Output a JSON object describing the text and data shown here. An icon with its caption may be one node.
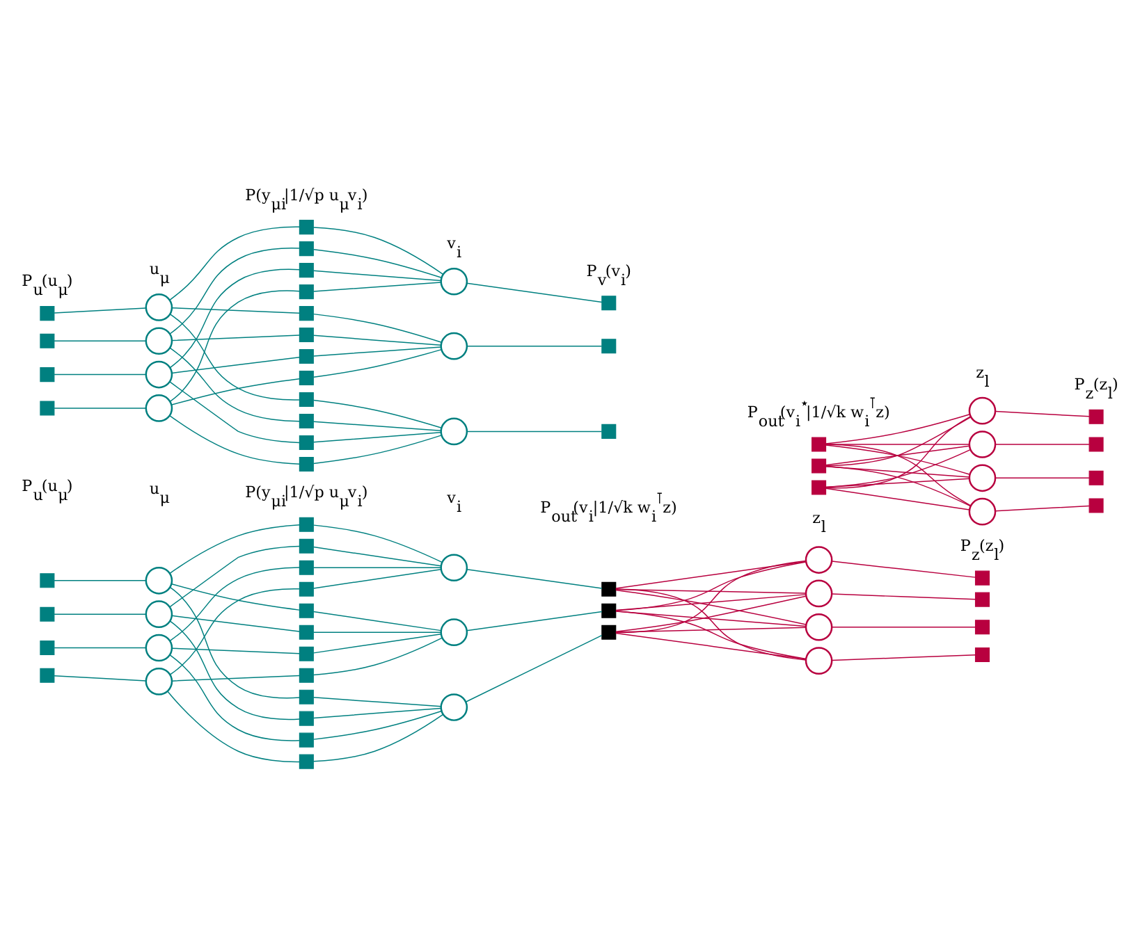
{
  "diagram": {
    "nodes": [
      {
        "text": [],
        "shape": "box"
      },
      {
        "text": [],
        "shape": "box"
      },
      {
        "text": [],
        "shape": "box"
      },
      {
        "text": [],
        "shape": "box"
      },
      {
        "text": [],
        "shape": "circle"
      },
      {
        "text": [],
        "shape": "circle"
      },
      {
        "text": [],
        "shape": "circle"
      },
      {
        "text": [],
        "shape": "circle"
      },
      {
        "text": [],
        "shape": "box"
      },
      {
        "text": [],
        "shape": "box"
      },
      {
        "text": [],
        "shape": "box"
      },
      {
        "text": [],
        "shape": "box"
      },
      {
        "text": [],
        "shape": "box"
      },
      {
        "text": [],
        "shape": "box"
      },
      {
        "text": [],
        "shape": "box"
      },
      {
        "text": [],
        "shape": "box"
      },
      {
        "text": [],
        "shape": "box"
      },
      {
        "text": [],
        "shape": "box"
      },
      {
        "text": [],
        "shape": "box"
      },
      {
        "text": [],
        "shape": "box"
      },
      {
        "text": [],
        "shape": "circle"
      },
      {
        "text": [],
        "shape": "circle"
      },
      {
        "text": [],
        "shape": "circle"
      },
      {
        "text": [],
        "shape": "box"
      },
      {
        "text": [],
        "shape": "box"
      },
      {
        "text": [],
        "shape": "box"
      },
      {
        "text": [],
        "shape": "box"
      },
      {
        "text": [],
        "shape": "box"
      },
      {
        "text": [],
        "shape": "box"
      },
      {
        "text": [],
        "shape": "circle"
      },
      {
        "text": [],
        "shape": "circle"
      },
      {
        "text": [],
        "shape": "circle"
      },
      {
        "text": [],
        "shape": "circle"
      },
      {
        "text": [],
        "shape": "box"
      },
      {
        "text": [],
        "shape": "box"
      },
      {
        "text": [],
        "shape": "box"
      },
      {
        "text": [],
        "shape": "box"
      },
      {
        "text": [],
        "shape": "box"
      },
      {
        "text": [],
        "shape": "box"
      },
      {
        "text": [],
        "shape": "box"
      },
      {
        "text": [],
        "shape": "box"
      },
      {
        "text": [],
        "shape": "circle"
      },
      {
        "text": [],
        "shape": "circle"
      },
      {
        "text": [],
        "shape": "circle"
      },
      {
        "text": [],
        "shape": "circle"
      },
      {
        "text": [],
        "shape": "box"
      },
      {
        "text": [],
        "shape": "box"
      },
      {
        "text": [],
        "shape": "box"
      },
      {
        "text": [],
        "shape": "box"
      },
      {
        "text": [],
        "shape": "box"
      },
      {
        "text": [],
        "shape": "box"
      },
      {
        "text": [],
        "shape": "box"
      },
      {
        "text": [],
        "shape": "box"
      },
      {
        "text": [],
        "shape": "box"
      },
      {
        "text": [],
        "shape": "box"
      },
      {
        "text": [],
        "shape": "box"
      },
      {
        "text": [],
        "shape": "box"
      },
      {
        "text": [],
        "shape": "circle"
      },
      {
        "text": [],
        "shape": "circle"
      },
      {
        "text": [],
        "shape": "circle"
      },
      {
        "text": [],
        "shape": "box"
      },
      {
        "text": [],
        "shape": "box"
      },
      {
        "text": [],
        "shape": "box"
      },
      {
        "text": [],
        "shape": "circle"
      },
      {
        "text": [],
        "shape": "circle"
      },
      {
        "text": [],
        "shape": "circle"
      },
      {
        "text": [],
        "shape": "circle"
      },
      {
        "text": [],
        "shape": "box"
      },
      {
        "text": [],
        "shape": "box"
      },
      {
        "text": [],
        "shape": "box"
      },
      {
        "text": [],
        "shape": "box"
      }
    ],
    "edges": [
      {
        "from": 0,
        "to": 4,
        "arrow": "none"
      },
      {
        "from": 1,
        "to": 5,
        "arrow": "none"
      },
      {
        "from": 2,
        "to": 6,
        "arrow": "none"
      },
      {
        "from": 3,
        "to": 7,
        "arrow": "none"
      },
      {
        "from": 4,
        "to": 8,
        "arrow": "none"
      },
      {
        "from": 4,
        "to": 12,
        "arrow": "none"
      },
      {
        "from": 4,
        "to": 16,
        "arrow": "none"
      },
      {
        "from": 5,
        "to": 9,
        "arrow": "none"
      },
      {
        "from": 5,
        "to": 13,
        "arrow": "none"
      },
      {
        "from": 5,
        "to": 17,
        "arrow": "none"
      },
      {
        "from": 6,
        "to": 10,
        "arrow": "none"
      },
      {
        "from": 6,
        "to": 14,
        "arrow": "none"
      },
      {
        "from": 6,
        "to": 18,
        "arrow": "none"
      },
      {
        "from": 7,
        "to": 11,
        "arrow": "none"
      },
      {
        "from": 7,
        "to": 15,
        "arrow": "none"
      },
      {
        "from": 7,
        "to": 19,
        "arrow": "none"
      },
      {
        "from": 8,
        "to": 20,
        "arrow": "none"
      },
      {
        "from": 9,
        "to": 20,
        "arrow": "none"
      },
      {
        "from": 10,
        "to": 20,
        "arrow": "none"
      },
      {
        "from": 11,
        "to": 20,
        "arrow": "none"
      },
      {
        "from": 12,
        "to": 21,
        "arrow": "none"
      },
      {
        "from": 13,
        "to": 21,
        "arrow": "none"
      },
      {
        "from": 14,
        "to": 21,
        "arrow": "none"
      },
      {
        "from": 15,
        "to": 21,
        "arrow": "none"
      },
      {
        "from": 16,
        "to": 22,
        "arrow": "none"
      },
      {
        "from": 17,
        "to": 22,
        "arrow": "none"
      },
      {
        "from": 18,
        "to": 22,
        "arrow": "none"
      },
      {
        "from": 19,
        "to": 22,
        "arrow": "none"
      },
      {
        "from": 20,
        "to": 23,
        "arrow": "none"
      },
      {
        "from": 21,
        "to": 24,
        "arrow": "none"
      },
      {
        "from": 22,
        "to": 25,
        "arrow": "none"
      },
      {
        "from": 26,
        "to": 29,
        "arrow": "none",
        "color": "#b8003f"
      },
      {
        "from": 26,
        "to": 30,
        "arrow": "none",
        "color": "#b8003f"
      },
      {
        "from": 26,
        "to": 31,
        "arrow": "none",
        "color": "#b8003f"
      },
      {
        "from": 26,
        "to": 32,
        "arrow": "none",
        "color": "#b8003f"
      },
      {
        "from": 27,
        "to": 29,
        "arrow": "none",
        "color": "#b8003f"
      },
      {
        "from": 27,
        "to": 30,
        "arrow": "none",
        "color": "#b8003f"
      },
      {
        "from": 27,
        "to": 31,
        "arrow": "none",
        "color": "#b8003f"
      },
      {
        "from": 27,
        "to": 32,
        "arrow": "none",
        "color": "#b8003f"
      },
      {
        "from": 28,
        "to": 29,
        "arrow": "none",
        "color": "#b8003f"
      },
      {
        "from": 28,
        "to": 30,
        "arrow": "none",
        "color": "#b8003f"
      },
      {
        "from": 28,
        "to": 31,
        "arrow": "none",
        "color": "#b8003f"
      },
      {
        "from": 28,
        "to": 32,
        "arrow": "none",
        "color": "#b8003f"
      },
      {
        "from": 29,
        "to": 33,
        "arrow": "none",
        "color": "#b8003f"
      },
      {
        "from": 30,
        "to": 34,
        "arrow": "none",
        "color": "#b8003f"
      },
      {
        "from": 31,
        "to": 35,
        "arrow": "none",
        "color": "#b8003f"
      },
      {
        "from": 32,
        "to": 36,
        "arrow": "none",
        "color": "#b8003f"
      },
      {
        "from": 37,
        "to": 41,
        "arrow": "none"
      },
      {
        "from": 38,
        "to": 42,
        "arrow": "none"
      },
      {
        "from": 39,
        "to": 43,
        "arrow": "none"
      },
      {
        "from": 40,
        "to": 44,
        "arrow": "none"
      },
      {
        "from": 41,
        "to": 45,
        "arrow": "none"
      },
      {
        "from": 41,
        "to": 49,
        "arrow": "none"
      },
      {
        "from": 41,
        "to": 53,
        "arrow": "none"
      },
      {
        "from": 42,
        "to": 46,
        "arrow": "none"
      },
      {
        "from": 42,
        "to": 50,
        "arrow": "none"
      },
      {
        "from": 42,
        "to": 54,
        "arrow": "none"
      },
      {
        "from": 43,
        "to": 47,
        "arrow": "none"
      },
      {
        "from": 43,
        "to": 51,
        "arrow": "none"
      },
      {
        "from": 43,
        "to": 55,
        "arrow": "none"
      },
      {
        "from": 44,
        "to": 48,
        "arrow": "none"
      },
      {
        "from": 44,
        "to": 52,
        "arrow": "none"
      },
      {
        "from": 44,
        "to": 56,
        "arrow": "none"
      },
      {
        "from": 45,
        "to": 57,
        "arrow": "none"
      },
      {
        "from": 46,
        "to": 57,
        "arrow": "none"
      },
      {
        "from": 47,
        "to": 57,
        "arrow": "none"
      },
      {
        "from": 48,
        "to": 57,
        "arrow": "none"
      },
      {
        "from": 49,
        "to": 58,
        "arrow": "none"
      },
      {
        "from": 50,
        "to": 58,
        "arrow": "none"
      },
      {
        "from": 51,
        "to": 58,
        "arrow": "none"
      },
      {
        "from": 52,
        "to": 58,
        "arrow": "none"
      },
      {
        "from": 53,
        "to": 59,
        "arrow": "none"
      },
      {
        "from": 54,
        "to": 59,
        "arrow": "none"
      },
      {
        "from": 55,
        "to": 59,
        "arrow": "none"
      },
      {
        "from": 56,
        "to": 59,
        "arrow": "none"
      },
      {
        "from": 57,
        "to": 60,
        "arrow": "none"
      },
      {
        "from": 58,
        "to": 61,
        "arrow": "none"
      },
      {
        "from": 59,
        "to": 62,
        "arrow": "none"
      },
      {
        "from": 60,
        "to": 63,
        "arrow": "none",
        "color": "#b8003f"
      },
      {
        "from": 60,
        "to": 64,
        "arrow": "none",
        "color": "#b8003f"
      },
      {
        "from": 60,
        "to": 65,
        "arrow": "none",
        "color": "#b8003f"
      },
      {
        "from": 60,
        "to": 66,
        "arrow": "none",
        "color": "#b8003f"
      },
      {
        "from": 61,
        "to": 63,
        "arrow": "none",
        "color": "#b8003f"
      },
      {
        "from": 61,
        "to": 64,
        "arrow": "none",
        "color": "#b8003f"
      },
      {
        "from": 61,
        "to": 65,
        "arrow": "none",
        "color": "#b8003f"
      },
      {
        "from": 61,
        "to": 66,
        "arrow": "none",
        "color": "#b8003f"
      },
      {
        "from": 62,
        "to": 63,
        "arrow": "none",
        "color": "#b8003f"
      },
      {
        "from": 62,
        "to": 64,
        "arrow": "none",
        "color": "#b8003f"
      },
      {
        "from": 62,
        "to": 65,
        "arrow": "none",
        "color": "#b8003f"
      },
      {
        "from": 62,
        "to": 66,
        "arrow": "none",
        "color": "#b8003f"
      },
      {
        "from": 63,
        "to": 67,
        "arrow": "none",
        "color": "#b8003f"
      },
      {
        "from": 64,
        "to": 68,
        "arrow": "none",
        "color": "#b8003f"
      },
      {
        "from": 65,
        "to": 69,
        "arrow": "none",
        "color": "#b8003f"
      },
      {
        "from": 66,
        "to": 70,
        "arrow": "none",
        "color": "#b8003f"
      }
    ],
    "labels": [
      "P$_{u}$(u$_{μ}$)",
      "u$_{μ}$",
      "P(y$_{μi}$|1/√p u$_{μ}$v$_{i}$)",
      "v$_{i}$",
      "P$_{v}$(v$_{i}$)",
      "P$_{out}$(v$_{i}$$^{⋆}$|1/√k w$_{i}$$^{⊺}$z)",
      "z$_{l}$",
      "P$_{z}$(z$_{l}$)",
      "P$_{u}$(u$_{μ}$)",
      "u$_{μ}$",
      "P(y$_{μi}$|1/√p u$_{μ}$v$_{i}$)",
      "v$_{i}$",
      "P$_{out}$(v$_{i}$|1/√k w$_{i}$$^{⊺}$z)",
      "z$_{l}$",
      "P$_{z}$(z$_{l}$)"
    ]
  }
}
